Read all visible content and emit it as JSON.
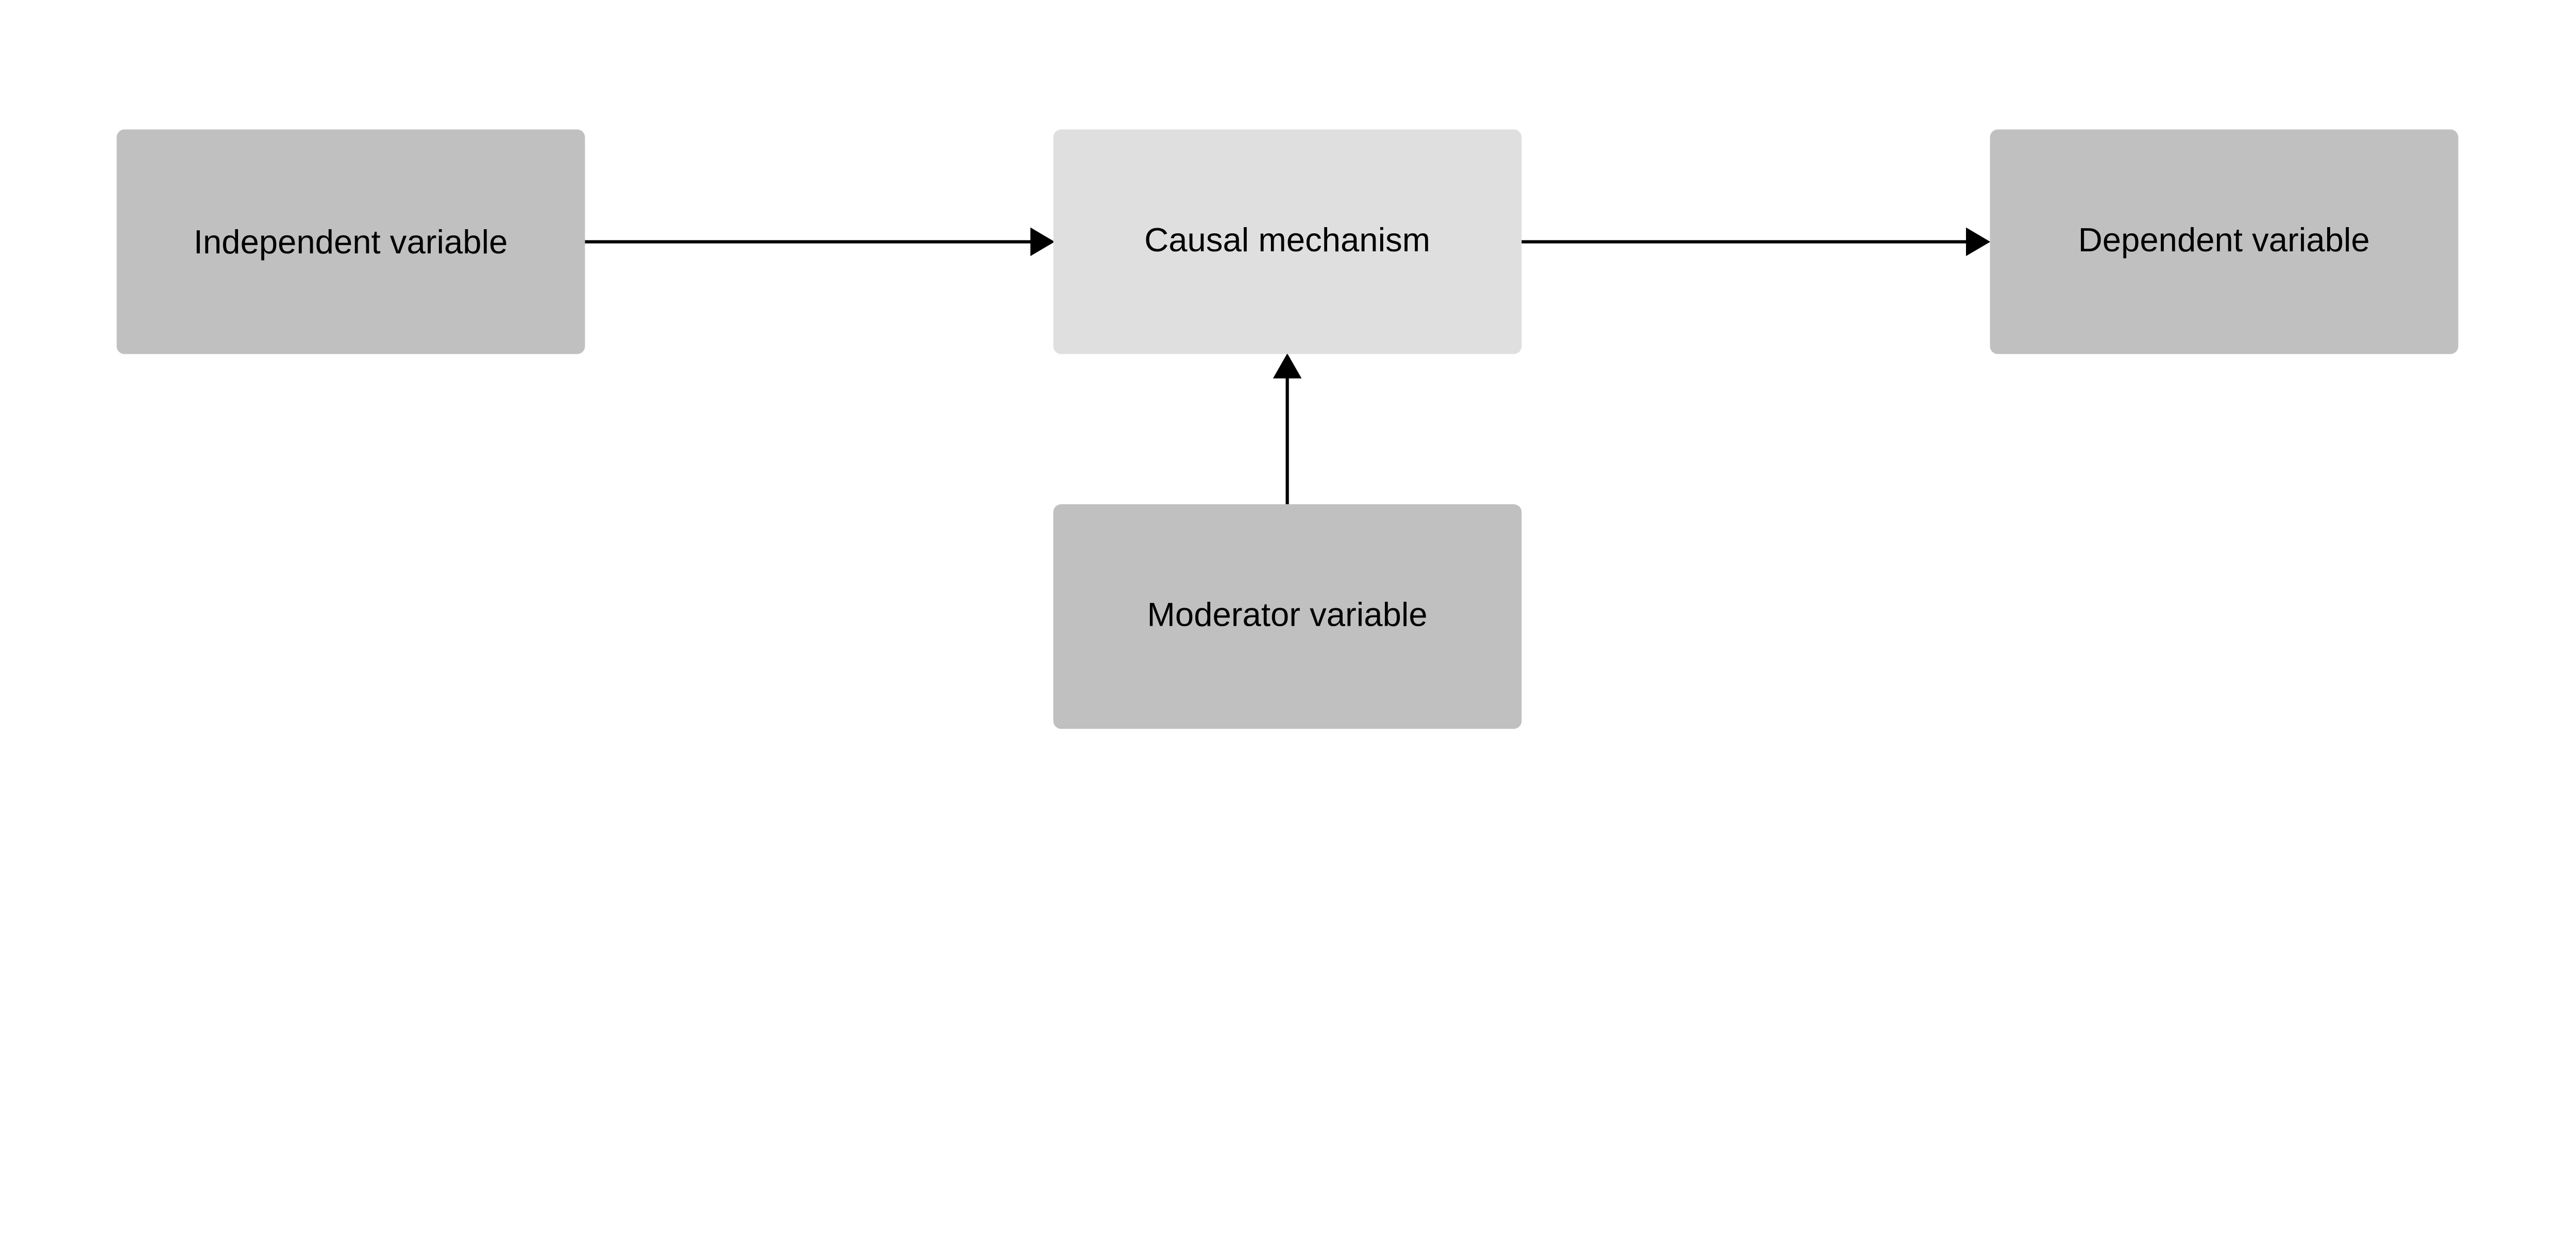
{
  "nodes": {
    "independent": {
      "label": "Independent variable",
      "fill": "#c0c0c0"
    },
    "mechanism": {
      "label": "Causal mechanism",
      "fill": "#dfdfdf"
    },
    "dependent": {
      "label": "Dependent variable",
      "fill": "#c0c0c0"
    },
    "moderator": {
      "label": "Moderator variable",
      "fill": "#c0c0c0"
    }
  },
  "edges": [
    {
      "from": "independent",
      "to": "mechanism"
    },
    {
      "from": "mechanism",
      "to": "dependent"
    },
    {
      "from": "moderator",
      "to": "mechanism"
    }
  ],
  "colors": {
    "arrow": "#000000",
    "background": "#ffffff"
  }
}
